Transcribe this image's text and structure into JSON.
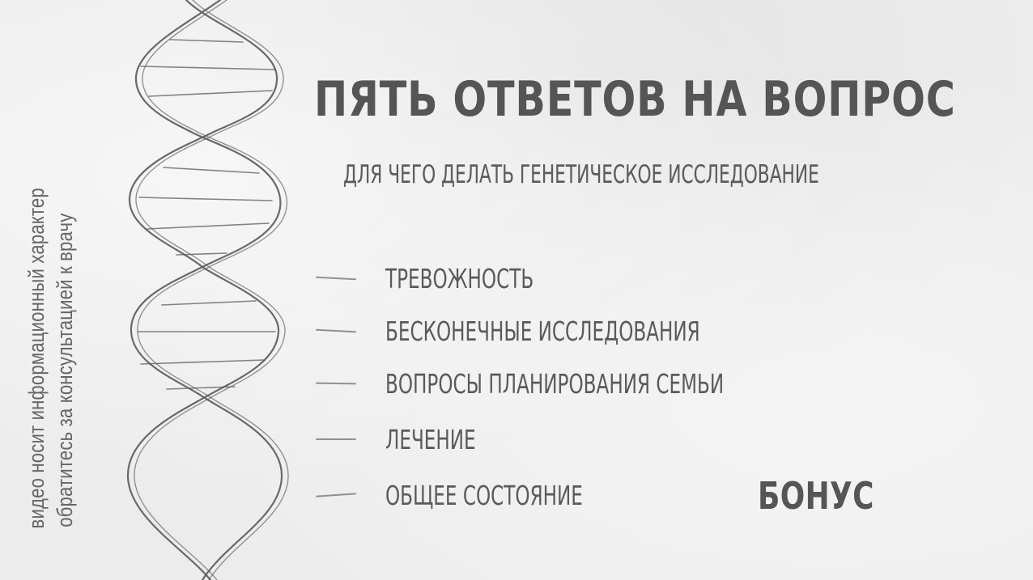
{
  "slide": {
    "title": "ПЯТЬ ОТВЕТОВ НА ВОПРОС",
    "subtitle": "ДЛЯ ЧЕГО ДЕЛАТЬ ГЕНЕТИЧЕСКОЕ ИССЛЕДОВАНИЕ",
    "answers": [
      {
        "label": "ТРЕВОЖНОСТЬ"
      },
      {
        "label": "БЕСКОНЕЧНЫЕ ИССЛЕДОВАНИЯ"
      },
      {
        "label": "ВОПРОСЫ ПЛАНИРОВАНИЯ СЕМЬИ"
      },
      {
        "label": "ЛЕЧЕНИЕ"
      },
      {
        "label": "ОБЩЕЕ СОСТОЯНИЕ"
      }
    ],
    "bonus": "БОНУС",
    "disclaimer": {
      "line1": "видео носит информационный характер",
      "line2": "обратитесь за консультацией к врачу"
    },
    "illustration": "dna-double-helix-pencil-sketch",
    "colors": {
      "background": "#ececec",
      "text": "#555555",
      "pencil": "#6a6a6a"
    }
  }
}
